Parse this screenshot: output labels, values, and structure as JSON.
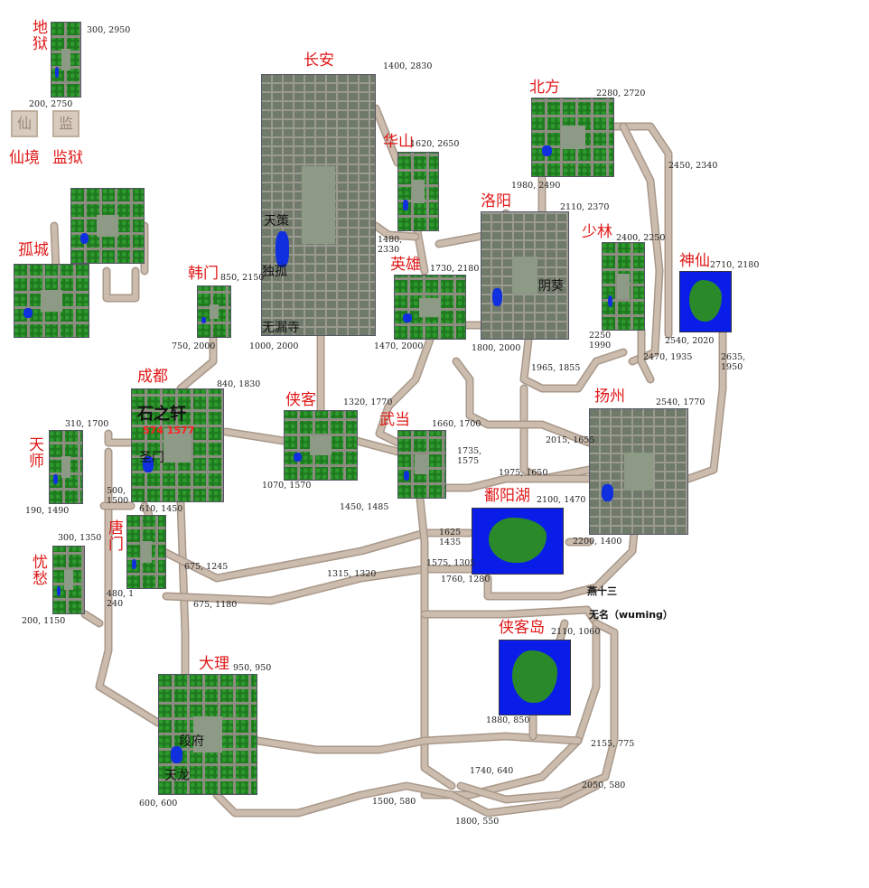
{
  "towns": [
    {
      "id": "diyu",
      "name": "地狱",
      "kind": "city"
    },
    {
      "id": "xianjing",
      "name": "仙境",
      "kind": "icon",
      "glyph": "仙"
    },
    {
      "id": "jianyu",
      "name": "监狱",
      "kind": "icon",
      "glyph": "监"
    },
    {
      "id": "gucheng",
      "name": "孤城",
      "kind": "city"
    },
    {
      "id": "hanmen",
      "name": "韩门",
      "kind": "city"
    },
    {
      "id": "changan",
      "name": "长安",
      "kind": "big"
    },
    {
      "id": "huashan",
      "name": "华山",
      "kind": "city"
    },
    {
      "id": "beifang",
      "name": "北方",
      "kind": "city"
    },
    {
      "id": "luoyang",
      "name": "洛阳",
      "kind": "big"
    },
    {
      "id": "yingxiong",
      "name": "英雄",
      "kind": "city"
    },
    {
      "id": "shaolin",
      "name": "少林",
      "kind": "city"
    },
    {
      "id": "shenxian",
      "name": "神仙",
      "kind": "lake"
    },
    {
      "id": "chengdu",
      "name": "成都",
      "kind": "city"
    },
    {
      "id": "xiake",
      "name": "侠客",
      "kind": "city"
    },
    {
      "id": "wudang",
      "name": "武当",
      "kind": "city"
    },
    {
      "id": "yangzhou",
      "name": "扬州",
      "kind": "big"
    },
    {
      "id": "poyanghu",
      "name": "鄱阳湖",
      "kind": "lake"
    },
    {
      "id": "tianshi",
      "name": "天师",
      "kind": "city"
    },
    {
      "id": "tangmen",
      "name": "唐门",
      "kind": "city"
    },
    {
      "id": "youchou",
      "name": "忧愁",
      "kind": "city"
    },
    {
      "id": "xiakedao",
      "name": "侠客岛",
      "kind": "lake"
    },
    {
      "id": "dali",
      "name": "大理",
      "kind": "city"
    }
  ],
  "sublabels": [
    {
      "text": "天策",
      "style": "normal"
    },
    {
      "text": "独孤",
      "style": "normal"
    },
    {
      "text": "无漏寺",
      "style": "normal"
    },
    {
      "text": "阴葵",
      "style": "normal"
    },
    {
      "text": "石之轩",
      "style": "big"
    },
    {
      "text": "574 1577",
      "style": "red"
    },
    {
      "text": "圣门",
      "style": "normal"
    },
    {
      "text": "段府",
      "style": "normal"
    },
    {
      "text": "天龙",
      "style": "normal"
    }
  ],
  "notes": [
    "燕十三",
    "无名（wuming）"
  ],
  "coords": [
    "300, 2950",
    "200, 2750",
    "850, 2150",
    "750, 2000",
    "1400, 2830",
    "1480,\n2330",
    "1000, 2000",
    "1620, 2650",
    "2280, 2720",
    "1980, 2490",
    "2110, 2370",
    "1800, 2000",
    "1730, 2180",
    "1470, 2000",
    "2400, 2250",
    "2250\n1990",
    "2710, 2180",
    "2540, 2020",
    "2450, 2340",
    "2470, 1935",
    "2635,\n1950",
    "1965, 1855",
    "840, 1830",
    "610, 1450",
    "1320, 1770",
    "1070, 1570",
    "1660, 1700",
    "1735,\n1575",
    "2540, 1770",
    "2015, 1655",
    "2200, 1400",
    "2100, 1470",
    "1975, 1650",
    "1625\n1435",
    "1575, 1305",
    "1760, 1280",
    "310, 1700",
    "190, 1490",
    "500,\n1500",
    "480, 1\n240",
    "300, 1350",
    "200, 1150",
    "675, 1245",
    "1315, 1320",
    "675, 1180",
    "1450, 1485",
    "2110, 1060",
    "1880, 850",
    "950, 950",
    "600, 600",
    "2155, 775",
    "1740, 640",
    "2050, 580",
    "1500, 580",
    "1800, 550"
  ],
  "colors": {
    "road": "#cbbcae",
    "road_edge": "#a8988a",
    "town_label": "#e01818",
    "grass": "#1f7a1f",
    "water": "#0a1de8"
  }
}
